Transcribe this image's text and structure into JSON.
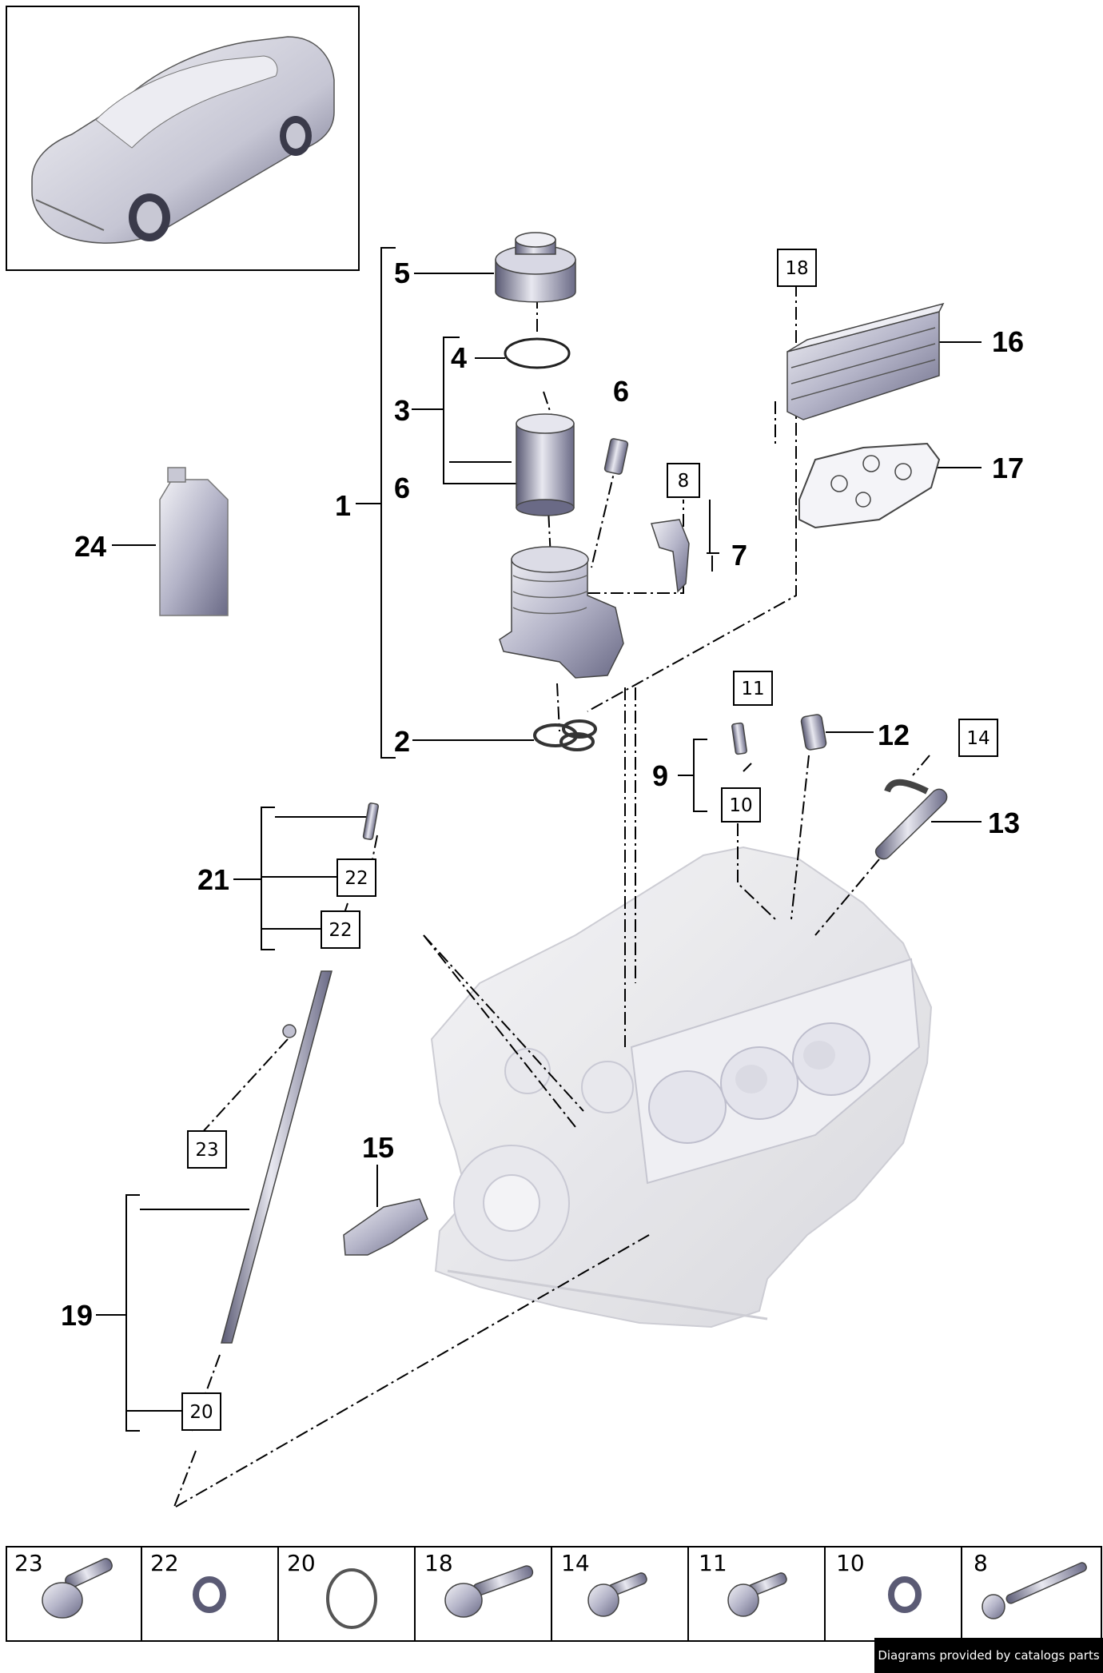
{
  "diagram": {
    "labels": {
      "n1": "1",
      "n2": "2",
      "n3": "3",
      "n4": "4",
      "n5": "5",
      "n6a": "6",
      "n6b": "6",
      "n7": "7",
      "n9": "9",
      "n12": "12",
      "n13": "13",
      "n15": "15",
      "n16": "16",
      "n17": "17",
      "n19": "19",
      "n21": "21",
      "n24": "24"
    },
    "boxes": {
      "b8": "8",
      "b10": "10",
      "b11": "11",
      "b14": "14",
      "b18": "18",
      "b20": "20",
      "b22a": "22",
      "b22b": "22",
      "b23": "23"
    }
  },
  "hardware_strip": [
    {
      "num": "23",
      "part": "bolt-flanged"
    },
    {
      "num": "22",
      "part": "sealing-ring"
    },
    {
      "num": "20",
      "part": "o-ring"
    },
    {
      "num": "18",
      "part": "bolt-flanged"
    },
    {
      "num": "14",
      "part": "bolt-socket-head"
    },
    {
      "num": "11",
      "part": "bolt-socket-head"
    },
    {
      "num": "10",
      "part": "sealing-ring"
    },
    {
      "num": "8",
      "part": "bolt-long"
    }
  ],
  "footer": {
    "credit": "Diagrams provided by catalogs parts"
  }
}
